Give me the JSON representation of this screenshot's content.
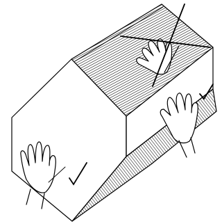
{
  "figure": {
    "subject": "box-lifting-hand-placement",
    "colors": {
      "ink": "#000000",
      "paper": "#ffffff"
    },
    "marks": [
      {
        "position": "top-of-box",
        "verdict": "incorrect",
        "symbol": "cross"
      },
      {
        "position": "upper-right-side",
        "verdict": "correct",
        "symbol": "check"
      },
      {
        "position": "lower-left-corner",
        "verdict": "correct",
        "symbol": "check"
      }
    ]
  }
}
